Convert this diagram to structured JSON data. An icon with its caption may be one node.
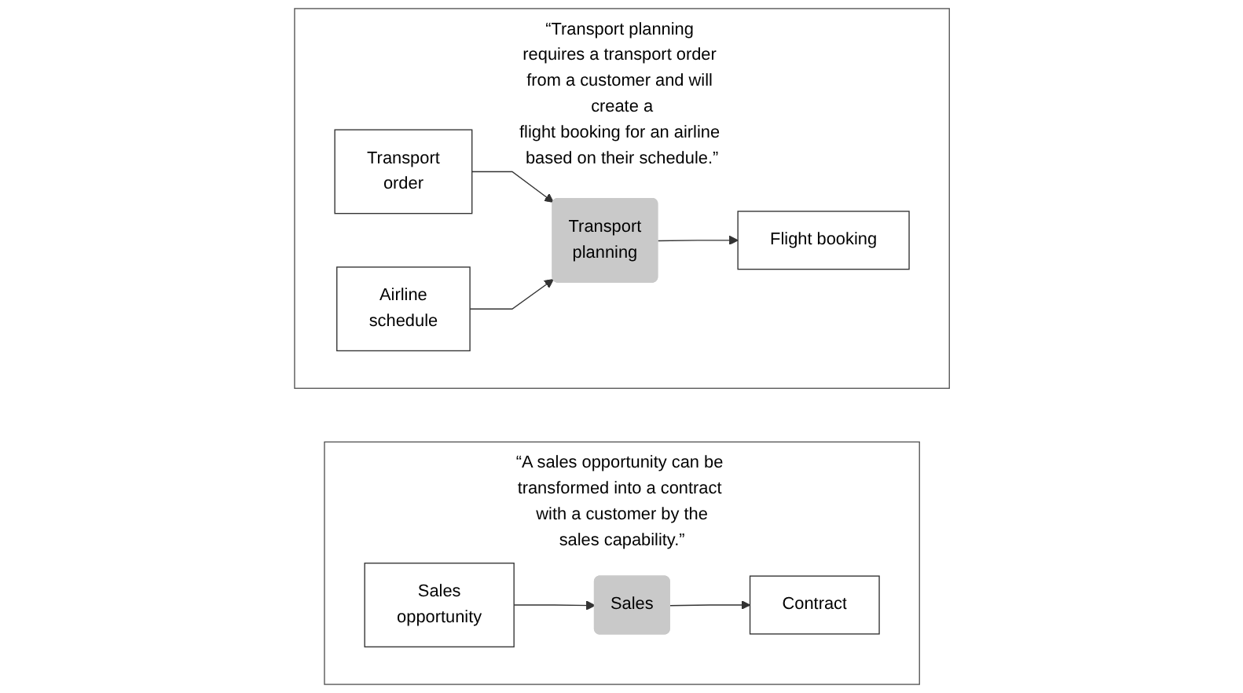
{
  "diagram": {
    "nodes": [
      {
        "text": [
          "“Transport planning requires a transport order from a customer and will create a flight booking for an airline based on their schedule.”"
        ]
      },
      {
        "text": [
          "Transport order"
        ],
        "in": 0
      },
      {
        "text": [
          "Airline schedule"
        ],
        "in": 0
      },
      {
        "text": [
          "Transport planning"
        ],
        "in": 0
      },
      {
        "text": [
          "Flight booking"
        ],
        "in": 0
      },
      {
        "text": [
          "“A sales opportunity can be transformed into a contract with a customer by the sales capability.”"
        ]
      },
      {
        "text": [
          "Sales opportunity"
        ],
        "in": 5
      },
      {
        "text": [
          "Sales"
        ],
        "in": 5
      },
      {
        "text": [
          "Contract"
        ],
        "in": 5
      }
    ],
    "edges": [
      {
        "from": 1,
        "to": 3,
        "arrow": "to"
      },
      {
        "from": 2,
        "to": 3,
        "arrow": "to"
      },
      {
        "from": 3,
        "to": 4,
        "arrow": "to"
      },
      {
        "from": 6,
        "to": 7,
        "arrow": "to"
      },
      {
        "from": 7,
        "to": 8,
        "arrow": "to"
      }
    ]
  }
}
